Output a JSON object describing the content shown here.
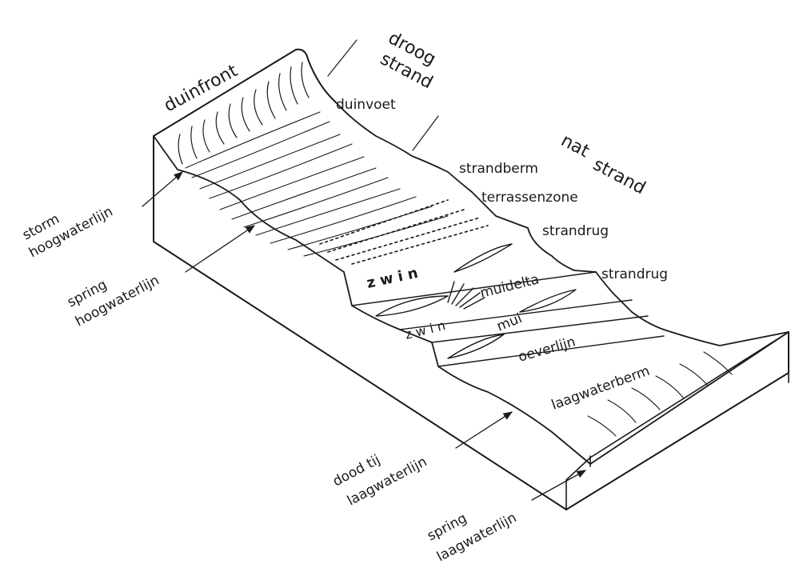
{
  "labels": {
    "duinfront": "duinfront",
    "droog": "droog",
    "strand1": "strand",
    "duinvoet": "duinvoet",
    "nat": "nat",
    "strand2": "strand",
    "strandberm": "strandberm",
    "terrassenzone": "terrassenzone",
    "strandrug1": "strandrug",
    "strandrug2": "strandrug",
    "storm": "storm",
    "storm_hw": "hoogwaterlijn",
    "spring": "spring",
    "spring_hw": "hoogwaterlijn",
    "zwin1": "z w i n",
    "zwin2": "z w i n",
    "muidelta": "muidelta",
    "mui": "mui",
    "oeverlijn": "oeverlijn",
    "laagwaterberm": "laagwaterberm",
    "doodtij": "dood tij",
    "doodtij_lw": "laagwaterlijn",
    "spring2": "spring",
    "spring_lw": "laagwaterlijn"
  },
  "colors": {
    "ink": "#1a1a1a",
    "paper": "#ffffff"
  }
}
